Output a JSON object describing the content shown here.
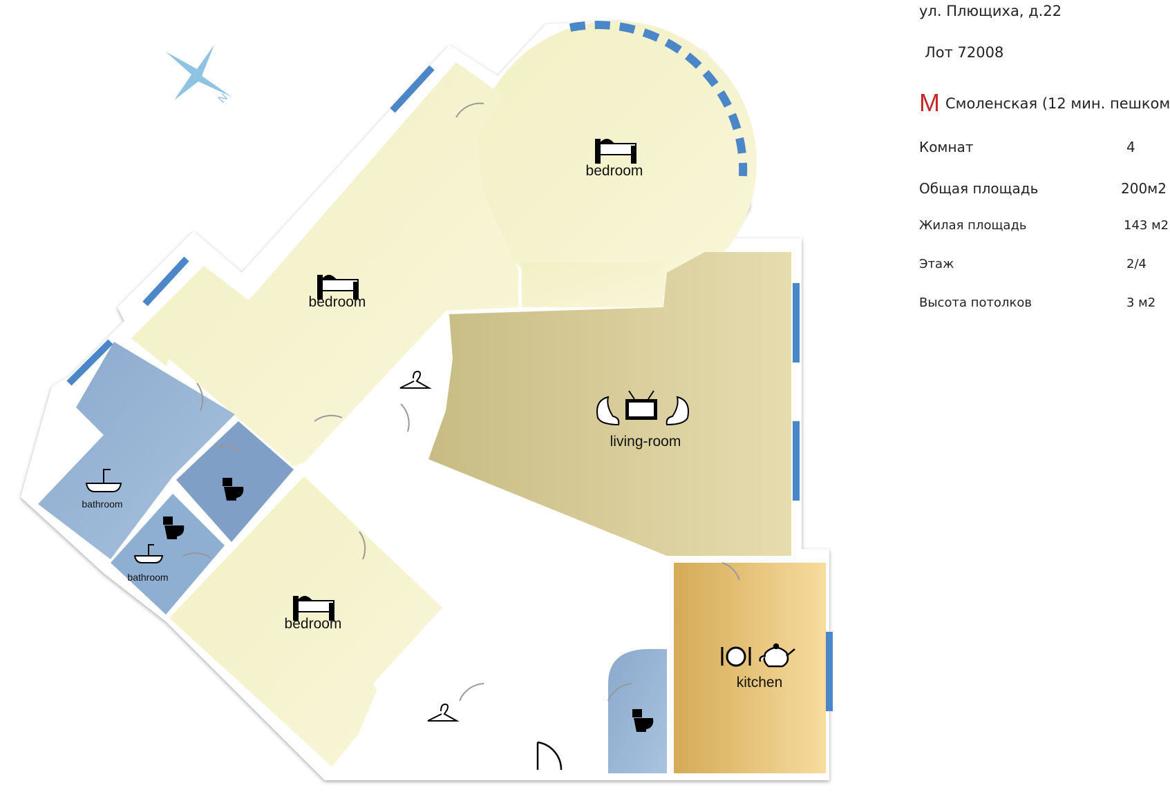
{
  "info": {
    "address": "ул. Плющиха, д.22",
    "lot": "Лот  72008",
    "metro_symbol": "М",
    "metro_station": "Смоленская (12 мин. пешком)",
    "metro_color": "#c62828",
    "specs": [
      {
        "label": "Комнат",
        "value": "4"
      },
      {
        "label": "Общая площадь",
        "value": "200м2"
      },
      {
        "label": "Жилая площадь",
        "value": "143 м2"
      },
      {
        "label": "Этаж",
        "value": "2/4"
      },
      {
        "label": "Высота потолков",
        "value": "3 м2"
      }
    ]
  },
  "rooms": {
    "bedroom_round": "bedroom",
    "bedroom_upper": "bedroom",
    "bedroom_lower": "bedroom",
    "living_room": "living-room",
    "kitchen": "kitchen",
    "bathroom_large": "bathroom",
    "bathroom_small": "bathroom"
  },
  "compass": {
    "label": "N",
    "icon": "compass-star-icon"
  },
  "colors": {
    "bedroom": "#f5f3cc",
    "living": "#dcd3a0",
    "kitchen": "#e6c277",
    "bathroom": "#98b6d6",
    "window": "#4a86c8",
    "wall": "#ffffff"
  }
}
